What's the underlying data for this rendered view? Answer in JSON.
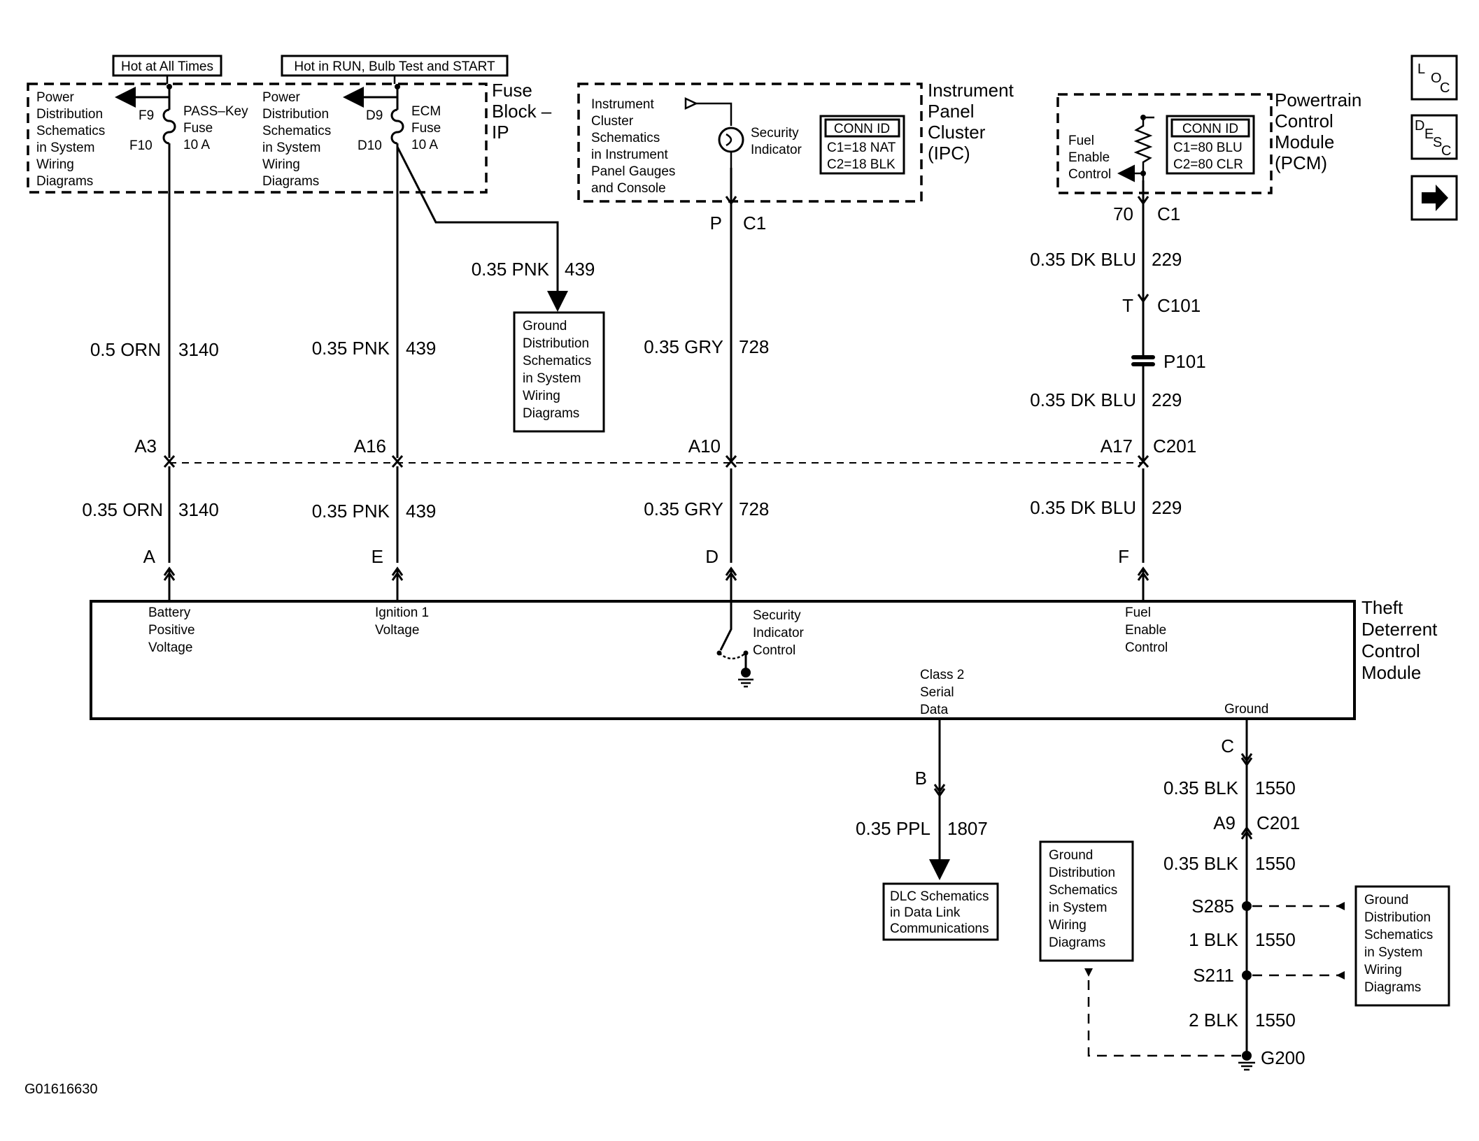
{
  "header_tags": {
    "hot_at_all_times": "Hot at All Times",
    "hot_in_run": "Hot in RUN, Bulb Test and START"
  },
  "fuse_block": {
    "title": [
      "Fuse",
      "Block –",
      "IP"
    ],
    "power_dist_left": [
      "Power",
      "Distribution",
      "Schematics",
      "in System",
      "Wiring",
      "Diagrams"
    ],
    "power_dist_right": [
      "Power",
      "Distribution",
      "Schematics",
      "in System",
      "Wiring",
      "Diagrams"
    ],
    "fuse_left": {
      "pin_top": "F9",
      "pin_bottom": "F10",
      "label": [
        "PASS–Key",
        "Fuse",
        "10 A"
      ]
    },
    "fuse_right": {
      "pin_top": "D9",
      "pin_bottom": "D10",
      "label": [
        "ECM",
        "Fuse",
        "10 A"
      ]
    }
  },
  "ipc": {
    "title": [
      "Instrument",
      "Panel",
      "Cluster",
      "(IPC)"
    ],
    "ref": [
      "Instrument",
      "Cluster",
      "Schematics",
      "in Instrument",
      "Panel Gauges",
      "and Console"
    ],
    "indicator": [
      "Security",
      "Indicator"
    ],
    "conn_id": {
      "header": "CONN ID",
      "rows": [
        "C1=18 NAT",
        "C2=18 BLK"
      ]
    }
  },
  "pcm": {
    "title": [
      "Powertrain",
      "Control",
      "Module",
      "(PCM)"
    ],
    "fuel_enable": [
      "Fuel",
      "Enable",
      "Control"
    ],
    "conn_id": {
      "header": "CONN ID",
      "rows": [
        "C1=80 BLU",
        "C2=80 CLR"
      ]
    }
  },
  "nav_icons": {
    "loc": [
      "L",
      "O",
      "C"
    ],
    "desc": [
      "D",
      "E",
      "S",
      "C"
    ],
    "arrow": "➡"
  },
  "ground_ref_top": [
    "Ground",
    "Distribution",
    "Schematics",
    "in System",
    "Wiring",
    "Diagrams"
  ],
  "ground_ref_left": [
    "Ground",
    "Distribution",
    "Schematics",
    "in System",
    "Wiring",
    "Diagrams"
  ],
  "ground_ref_right": [
    "Ground",
    "Distribution",
    "Schematics",
    "in System",
    "Wiring",
    "Diagrams"
  ],
  "dlc_ref": [
    "DLC Schematics",
    "in Data Link",
    "Communications"
  ],
  "wires": {
    "w1_upper": {
      "gauge": "0.5 ORN",
      "circuit": "3140"
    },
    "w1_lower": {
      "gauge": "0.35 ORN",
      "circuit": "3140"
    },
    "w2_upper": {
      "gauge": "0.35 PNK",
      "circuit": "439"
    },
    "w2_lower": {
      "gauge": "0.35 PNK",
      "circuit": "439"
    },
    "w2_branch": {
      "gauge": "0.35 PNK",
      "circuit": "439"
    },
    "w3_upper": {
      "gauge": "0.35 GRY",
      "circuit": "728"
    },
    "w3_lower": {
      "gauge": "0.35 GRY",
      "circuit": "728"
    },
    "w4_top": {
      "gauge": "0.35 DK BLU",
      "circuit": "229"
    },
    "w4_upper": {
      "gauge": "0.35 DK BLU",
      "circuit": "229"
    },
    "w4_lower": {
      "gauge": "0.35 DK BLU",
      "circuit": "229"
    },
    "w5": {
      "gauge": "0.35 PPL",
      "circuit": "1807"
    },
    "g1": {
      "gauge": "0.35 BLK",
      "circuit": "1550"
    },
    "g2": {
      "gauge": "0.35 BLK",
      "circuit": "1550"
    },
    "g3": {
      "gauge": "1 BLK",
      "circuit": "1550"
    },
    "g4": {
      "gauge": "2 BLK",
      "circuit": "1550"
    }
  },
  "connectors": {
    "c1_ipc_pin": "P",
    "c1_ipc": "C1",
    "c1_pcm_pin": "70",
    "c1_pcm": "C1",
    "c101_pin": "T",
    "c101": "C101",
    "p101": "P101",
    "c201_a3": "A3",
    "c201_a16": "A16",
    "c201_a10": "A10",
    "c201_a17": "A17",
    "c201": "C201",
    "tdcm_a": "A",
    "tdcm_e": "E",
    "tdcm_d": "D",
    "tdcm_f": "F",
    "tdcm_b": "B",
    "tdcm_c": "C",
    "c201_a9": "A9",
    "c201_b": "C201",
    "s285": "S285",
    "s211": "S211",
    "g200": "G200"
  },
  "tdcm": {
    "title": [
      "Theft",
      "Deterrent",
      "Control",
      "Module"
    ],
    "battery": [
      "Battery",
      "Positive",
      "Voltage"
    ],
    "ignition": [
      "Ignition 1",
      "Voltage"
    ],
    "security": [
      "Security",
      "Indicator",
      "Control"
    ],
    "fuel": [
      "Fuel",
      "Enable",
      "Control"
    ],
    "class2": [
      "Class 2",
      "Serial",
      "Data"
    ],
    "ground": "Ground"
  },
  "figure_id": "G01616630"
}
